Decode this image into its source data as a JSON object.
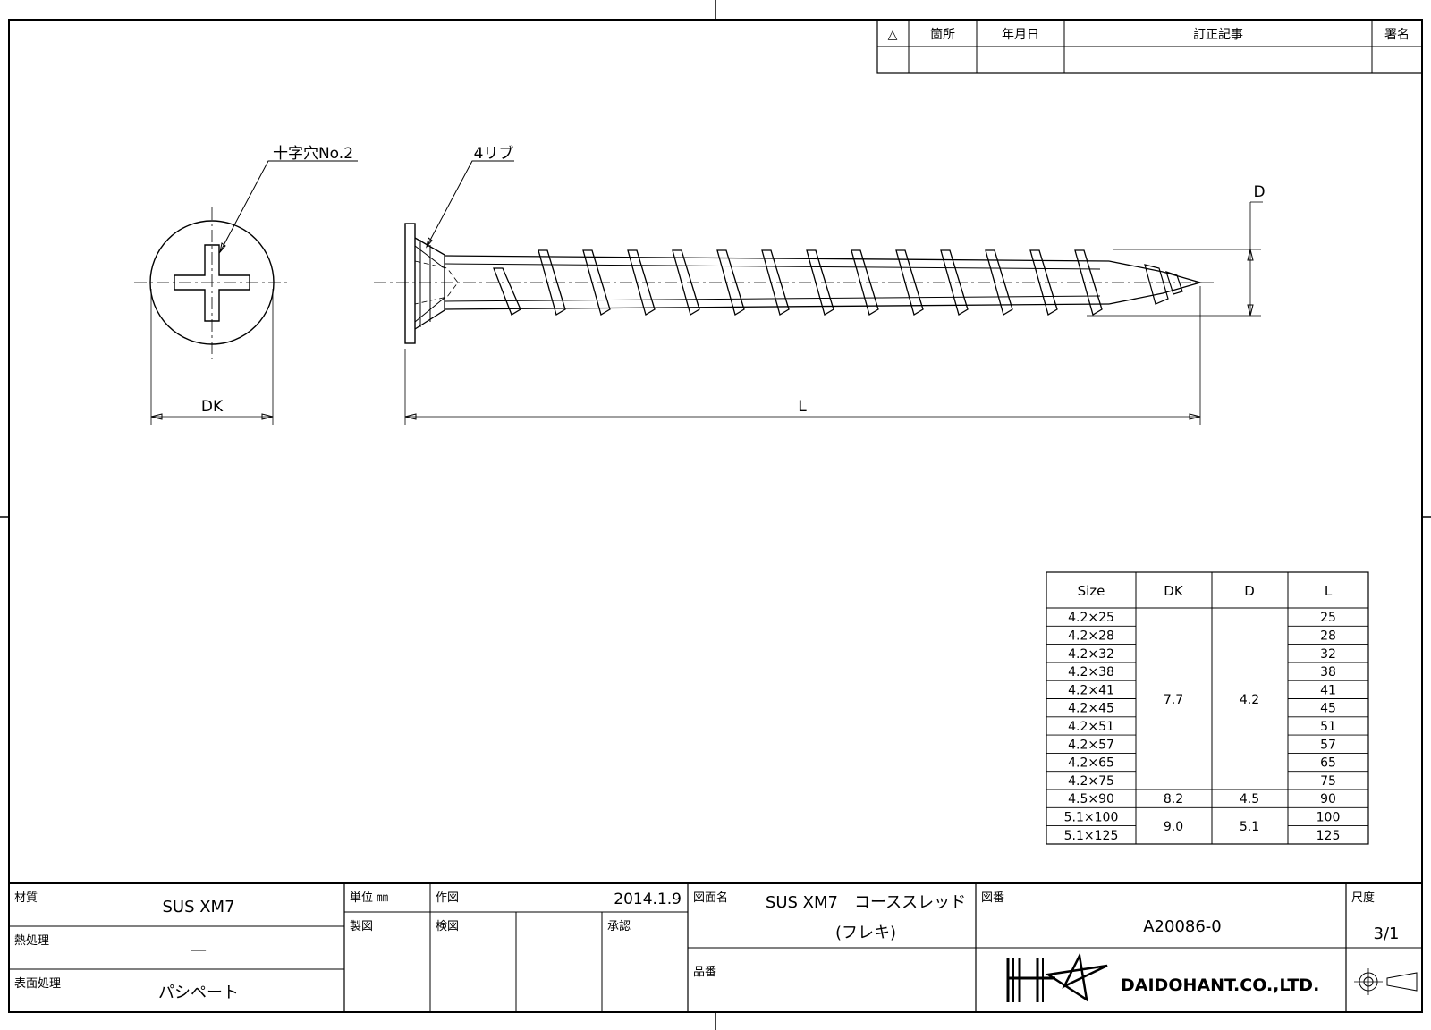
{
  "revision_table": {
    "headers": [
      "△",
      "箇所",
      "年月日",
      "訂正記事",
      "署名"
    ]
  },
  "annotations": {
    "phillips": "十字穴No.2",
    "ribs": "4リブ",
    "dim_dk": "DK",
    "dim_l": "L",
    "dim_d": "D"
  },
  "size_table": {
    "headers": [
      "Size",
      "DK",
      "D",
      "L"
    ],
    "sizes": [
      "4.2×25",
      "4.2×28",
      "4.2×32",
      "4.2×38",
      "4.2×41",
      "4.2×45",
      "4.2×51",
      "4.2×57",
      "4.2×65",
      "4.2×75",
      "4.5×90",
      "5.1×100",
      "5.1×125"
    ],
    "lengths": [
      "25",
      "28",
      "32",
      "38",
      "41",
      "45",
      "51",
      "57",
      "65",
      "75",
      "90",
      "100",
      "125"
    ],
    "dk_groups": [
      "7.7",
      "8.2",
      "9.0"
    ],
    "d_groups": [
      "4.2",
      "4.5",
      "5.1"
    ]
  },
  "title_block": {
    "material_label": "材質",
    "material_value": "SUS XM7",
    "heat_label": "熱処理",
    "heat_value": "—",
    "surface_label": "表面処理",
    "surface_value": "パシペート",
    "unit_label": "単位 ㎜",
    "drawn_label": "作図",
    "drawn_date": "2014.1.9",
    "made_label": "製図",
    "check_label": "検図",
    "approve_label": "承認",
    "drawing_name_label": "図面名",
    "drawing_name_1": "SUS XM7　コーススレッド",
    "drawing_name_2": "(フレキ)",
    "product_no_label": "品番",
    "drawing_no_label": "図番",
    "drawing_no": "A20086-0",
    "scale_label": "尺度",
    "scale_value": "3/1",
    "company": "DAIDOHANT.CO.,LTD."
  }
}
